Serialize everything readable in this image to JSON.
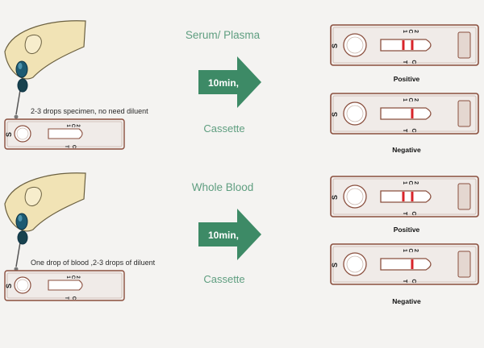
{
  "sections": [
    {
      "title": "Serum/ Plasma",
      "instruction": "2-3 drops specimen, no need diluent",
      "arrow_label": "10min,",
      "cassette_label": "Cassette",
      "results": [
        {
          "label": "Positive",
          "lines": [
            "T",
            "C"
          ]
        },
        {
          "label": "Negative",
          "lines": [
            "C"
          ]
        }
      ]
    },
    {
      "title": "Whole Blood",
      "instruction": "One drop of blood ,2-3 drops of diluent",
      "arrow_label": "10min,",
      "cassette_label": "Cassette",
      "results": [
        {
          "label": "Positive",
          "lines": [
            "T",
            "C"
          ]
        },
        {
          "label": "Negative",
          "lines": [
            "C"
          ]
        }
      ]
    }
  ],
  "cassette_marks": {
    "sample": "S",
    "c": "C",
    "two": "2",
    "one": "1",
    "t": "T"
  },
  "colors": {
    "accent": "#5f9e80",
    "arrow": "#3d8a66",
    "result_line": "#d8242a",
    "cassette_outline": "#8a4f3e",
    "cassette_fill": "#f0ebe8",
    "hand": "#f1e3b5",
    "dropper": "#1d5b72"
  }
}
